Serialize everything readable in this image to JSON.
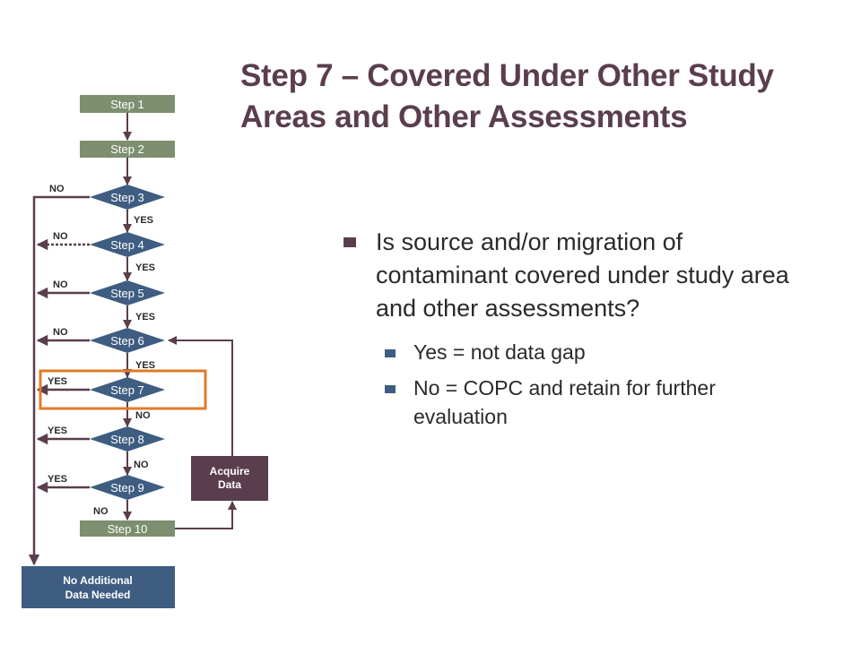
{
  "title": {
    "line1": "Step 7 – Covered Under Other Study",
    "line2": "Areas and Other Assessments"
  },
  "bullets": {
    "main": "Is source and/or migration of contaminant covered under study area and other assessments?",
    "subs": [
      "Yes = not data gap",
      "No = COPC and retain for further evaluation"
    ]
  },
  "flowchart": {
    "steps": [
      "Step 1",
      "Step 2",
      "Step 3",
      "Step 4",
      "Step 5",
      "Step 6",
      "Step 7",
      "Step 8",
      "Step 9",
      "Step 10"
    ],
    "down_labels": [
      "YES",
      "YES",
      "YES",
      "YES",
      "NO",
      "NO",
      "NO"
    ],
    "side_labels": [
      "NO",
      "NO",
      "NO",
      "NO",
      "YES",
      "YES",
      "YES"
    ],
    "acquire": [
      "Acquire",
      "Data"
    ],
    "terminal": [
      "No Additional",
      "Data Needed"
    ],
    "highlighted_step": "Step 7"
  },
  "colors": {
    "step_box": "#7d8f6f",
    "decision": "#3e5d81",
    "acquire": "#5a3e4e",
    "terminal": "#3e5d81",
    "arrow_main": "#5a3e4e",
    "highlight": "#e07b28",
    "title": "#5a3e4e"
  }
}
